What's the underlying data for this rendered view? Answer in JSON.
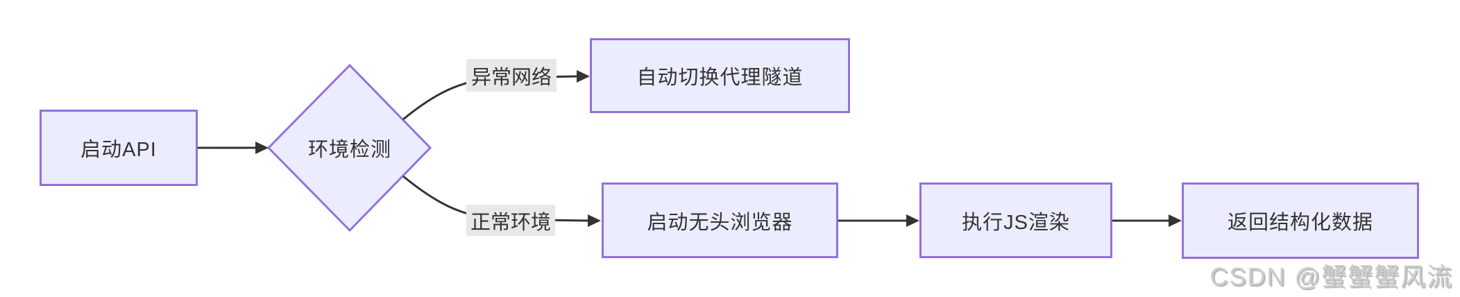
{
  "diagram": {
    "background_color": "#ffffff",
    "colors": {
      "node_fill": "#ECECFF",
      "node_border": "#9370DB",
      "edge": "#333333",
      "edge_label_background": "#e8e8e8",
      "text": "#333333",
      "watermark": "#cccccc"
    },
    "nodes": {
      "start": {
        "label": "启动API",
        "shape": "rect"
      },
      "decision": {
        "label": "环境检测",
        "shape": "diamond"
      },
      "proxy": {
        "label": "自动切换代理隧道",
        "shape": "rect"
      },
      "headless": {
        "label": "启动无头浏览器",
        "shape": "rect"
      },
      "js_render": {
        "label": "执行JS渲染",
        "shape": "rect"
      },
      "return_data": {
        "label": "返回结构化数据",
        "shape": "rect"
      }
    },
    "edges": [
      {
        "from": "start",
        "to": "decision",
        "label": ""
      },
      {
        "from": "decision",
        "to": "proxy",
        "label": "异常网络"
      },
      {
        "from": "decision",
        "to": "headless",
        "label": "正常环境"
      },
      {
        "from": "headless",
        "to": "js_render",
        "label": ""
      },
      {
        "from": "js_render",
        "to": "return_data",
        "label": ""
      }
    ],
    "edge_labels": {
      "abnormal": "异常网络",
      "normal": "正常环境"
    },
    "watermark": "CSDN @蟹蟹蟹风流"
  }
}
